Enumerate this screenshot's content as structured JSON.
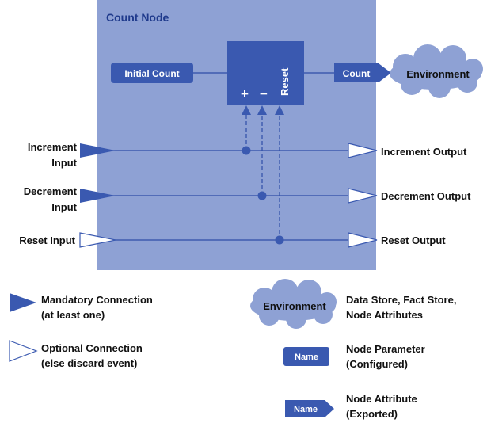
{
  "node": {
    "title": "Count Node",
    "initial_count": "Initial Count",
    "plus": "+",
    "minus": "−",
    "reset": "Reset",
    "count": "Count",
    "environment": "Environment"
  },
  "inputs": {
    "increment_l1": "Increment",
    "increment_l2": "Input",
    "decrement_l1": "Decrement",
    "decrement_l2": "Input",
    "reset": "Reset Input"
  },
  "outputs": {
    "increment": "Increment Output",
    "decrement": "Decrement Output",
    "reset": "Reset Output"
  },
  "legend": {
    "mandatory_l1": "Mandatory Connection",
    "mandatory_l2": "(at least one)",
    "optional_l1": "Optional Connection",
    "optional_l2": "(else discard event)",
    "env_label": "Environment",
    "env_desc_l1": "Data Store, Fact Store,",
    "env_desc_l2": "Node Attributes",
    "param_label": "Name",
    "param_desc_l1": "Node Parameter",
    "param_desc_l2": "(Configured)",
    "attr_label": "Name",
    "attr_desc_l1": "Node Attribute",
    "attr_desc_l2": "(Exported)"
  },
  "colors": {
    "node_bg": "#8ea1d4",
    "dark_blue": "#3a59b0",
    "line": "#2f4ea8"
  }
}
